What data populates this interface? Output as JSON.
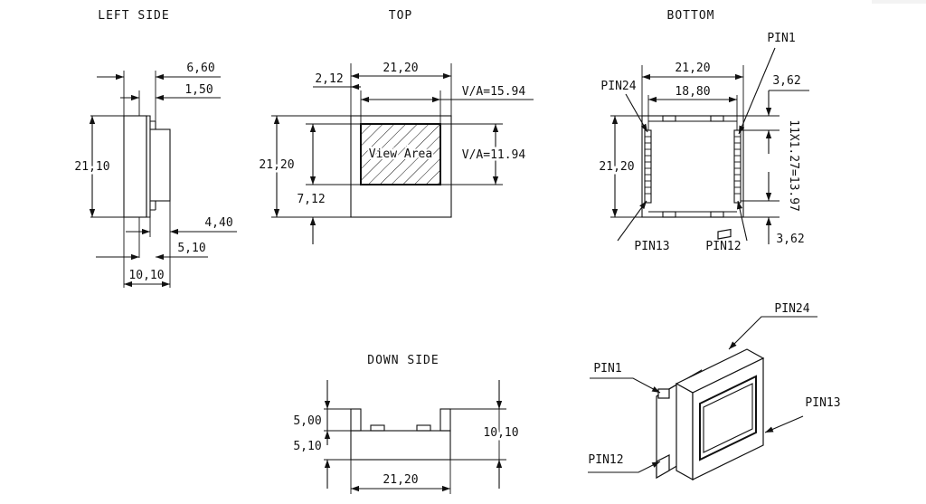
{
  "views": {
    "left_side": {
      "title": "LEFT SIDE",
      "dims": {
        "total_depth": "6,60",
        "flange": "1,50",
        "height": "21,10",
        "pin_step": "4,40",
        "body_depth": "5,10",
        "overall_width": "10,10"
      }
    },
    "top": {
      "title": "TOP",
      "dims": {
        "width": "21,20",
        "offset_x": "2,12",
        "va_width": "V/A=15.94",
        "height": "21,20",
        "offset_y": "7,12",
        "va_height": "V/A=11.94"
      },
      "area_label": "View Area"
    },
    "bottom": {
      "title": "BOTTOM",
      "dims": {
        "width": "21,20",
        "inner_width": "18,80",
        "height": "21,20",
        "pitch": "11X1.27=13.97",
        "top_offset": "3,62",
        "bottom_offset": "3,62"
      },
      "pins": {
        "pin1": "PIN1",
        "pin24": "PIN24",
        "pin13": "PIN13",
        "pin12": "PIN12"
      }
    },
    "down_side": {
      "title": "DOWN SIDE",
      "dims": {
        "pin_height": "5,00",
        "body_height": "5,10",
        "total_height": "10,10",
        "width": "21,20"
      }
    },
    "iso": {
      "pins": {
        "pin1": "PIN1",
        "pin24": "PIN24",
        "pin13": "PIN13",
        "pin12": "PIN12"
      }
    }
  }
}
